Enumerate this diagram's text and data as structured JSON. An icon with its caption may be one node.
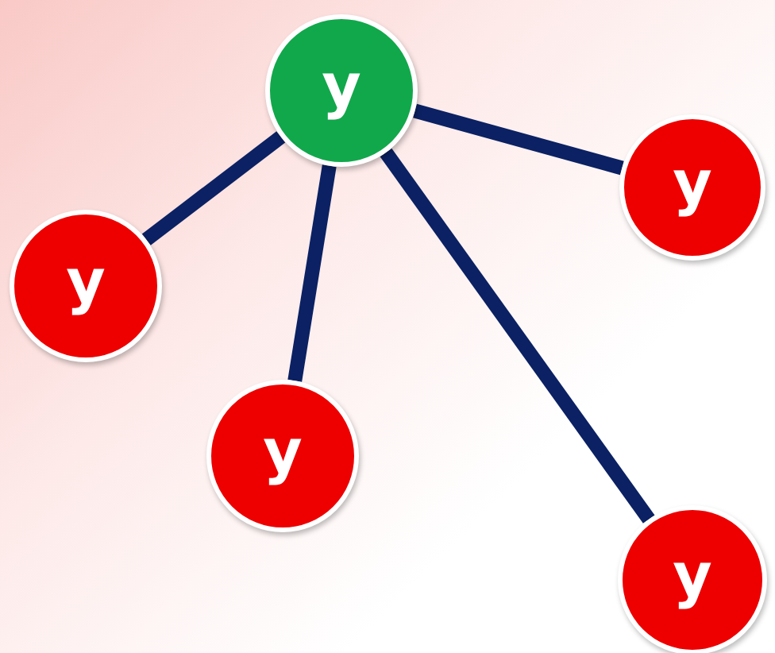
{
  "diagram": {
    "nodes": [
      {
        "text": [
          "y"
        ]
      },
      {
        "text": [
          "y"
        ]
      },
      {
        "text": [
          "y"
        ]
      },
      {
        "text": [
          "y"
        ]
      },
      {
        "text": [
          "y"
        ]
      }
    ],
    "edges": [
      {
        "from": 0,
        "to": 1,
        "arrow": "none"
      },
      {
        "from": 0,
        "to": 2,
        "arrow": "none"
      },
      {
        "from": 0,
        "to": 3,
        "arrow": "none"
      },
      {
        "from": 0,
        "to": 4,
        "arrow": "none"
      }
    ]
  }
}
